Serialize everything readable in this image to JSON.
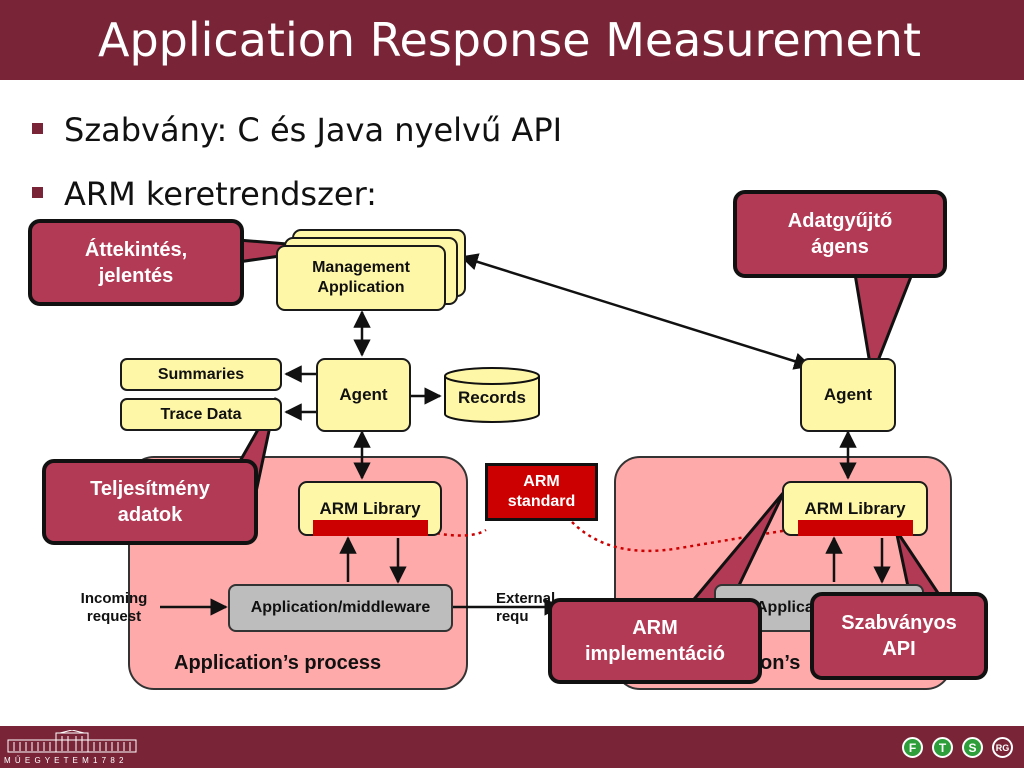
{
  "slide": {
    "title": "Application Response Measurement",
    "bullets": [
      "Szabvány: C és Java nyelvű API",
      "ARM keretrendszer:"
    ]
  },
  "diagram": {
    "management_application": "Management\nApplication",
    "agent_left": "Agent",
    "agent_right": "Agent",
    "summaries": "Summaries",
    "trace_data": "Trace Data",
    "records": "Records",
    "arm_library_left": "ARM Library",
    "arm_library_right": "ARM Library",
    "arm_standard": "ARM\nstandard",
    "app_middleware_left": "Application/middleware",
    "app_middleware_right": "Applicatio",
    "incoming_request": "Incoming\nrequest",
    "external_request": "External\nrequ",
    "process_left": "Application’s process",
    "process_right": "on’s"
  },
  "callouts": {
    "attekintes": "Áttekintés,\njelentés",
    "adatgyujto": "Adatgyűjtő\nágens",
    "teljesitmeny": "Teljesítmény\nadatok",
    "arm_implementacio": "ARM\nimplementáció",
    "szabvanyos_api": "Szabványos\nAPI"
  },
  "footer": {
    "university_caption": "M Ű E G Y E T E M   1 7 8 2",
    "fts_letters": [
      "F",
      "T",
      "S",
      "RG"
    ]
  },
  "colors": {
    "title_bar": "#7a2438",
    "callout_fill": "#b23a55",
    "process_fill": "#ffaaaa",
    "yellow_box": "#fff7a8",
    "arm_red": "#cc0000",
    "fts_green": "#2e9e3a"
  }
}
